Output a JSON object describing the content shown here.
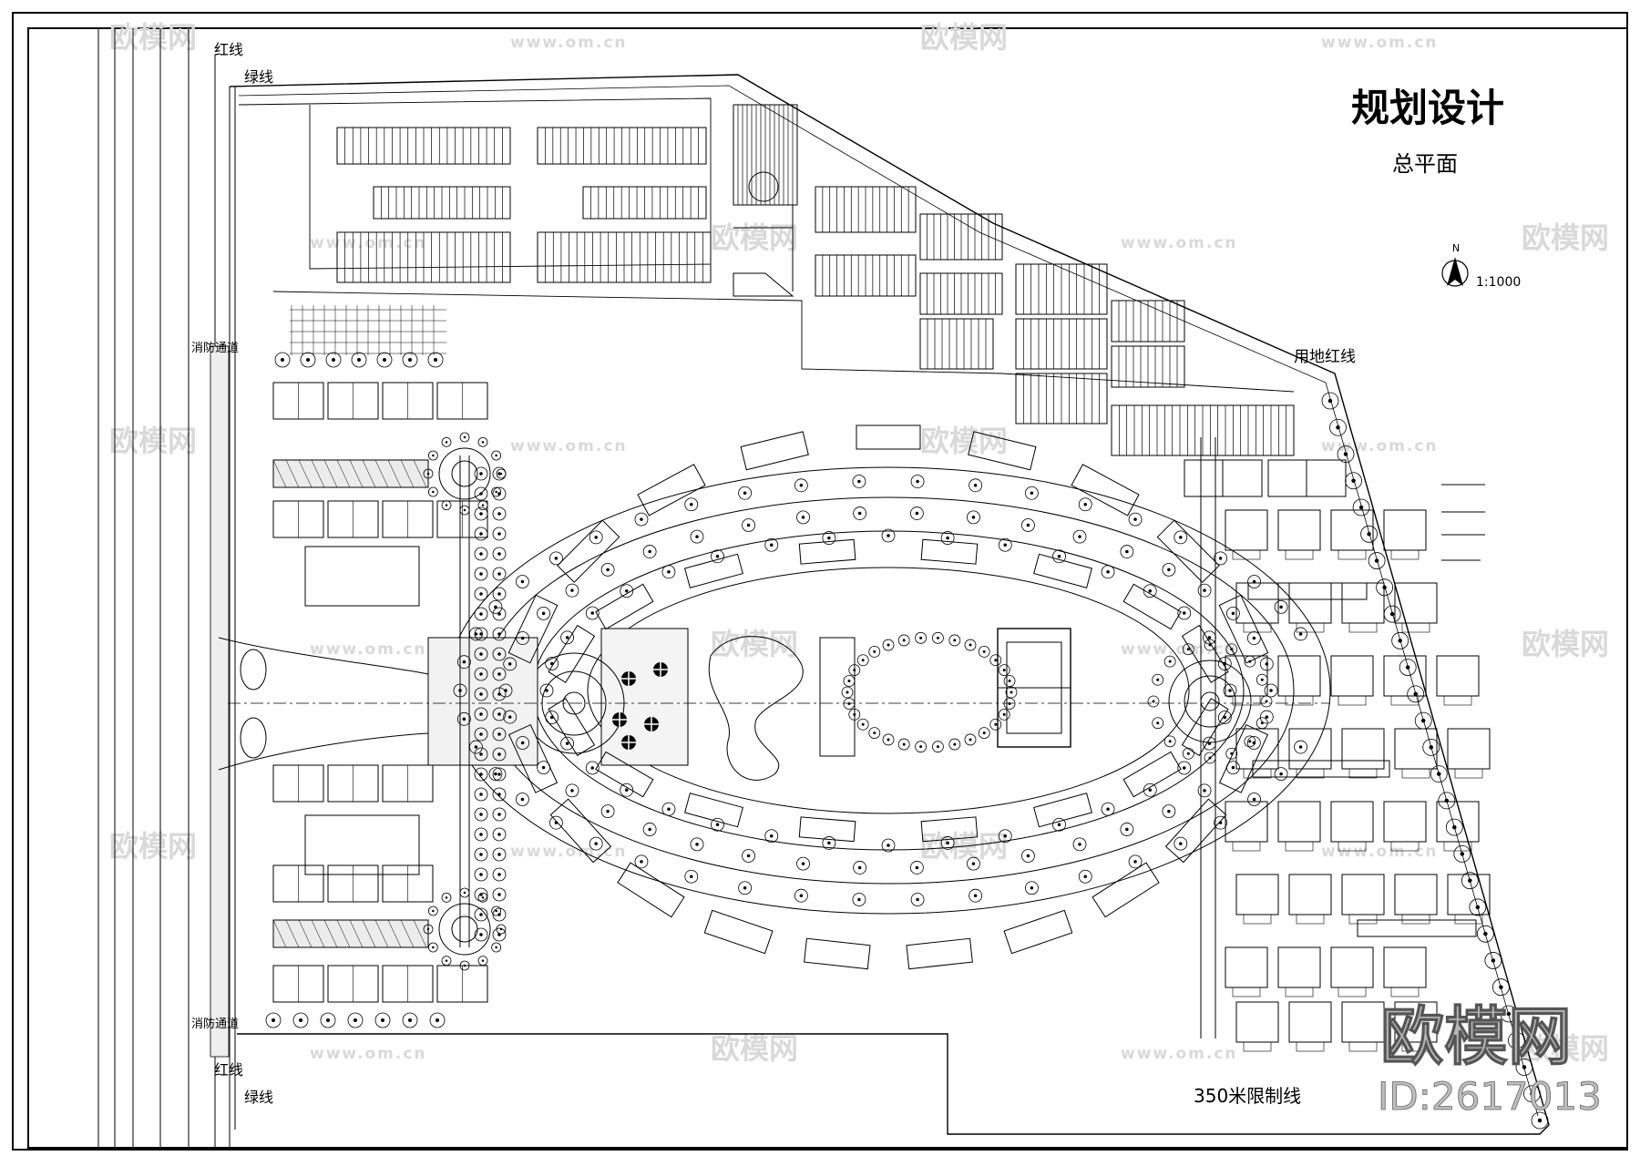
{
  "title": "规划设计",
  "subtitle": "总平面",
  "scale": "1:1000",
  "north_label": "N",
  "labels": {
    "red_line_top": "红线",
    "green_line_top": "绿线",
    "red_line_bottom": "红线",
    "green_line_bottom": "绿线",
    "fire_lane_top": "消防通道",
    "fire_lane_bottom": "消防通道",
    "site_red_line": "用地红线",
    "limit_line": "350米限制线"
  },
  "watermark": {
    "brand": "欧模网",
    "url": "www.om.cn",
    "big_brand": "欧模网",
    "id_text": "ID:2617013"
  }
}
